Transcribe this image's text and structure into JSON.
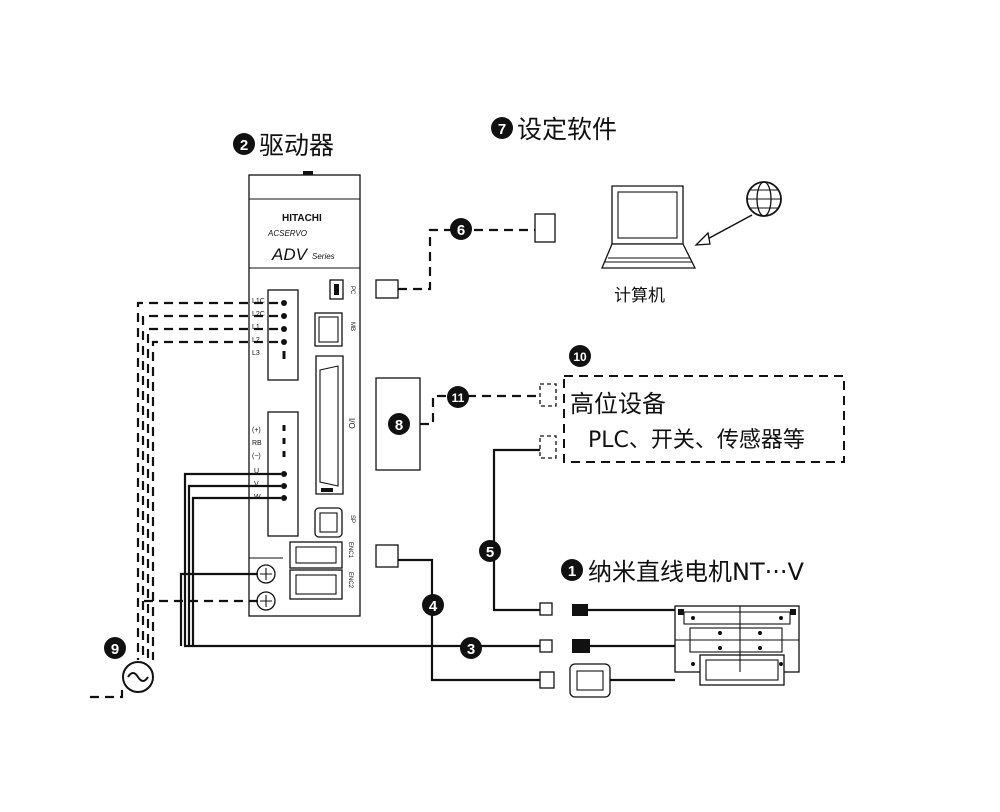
{
  "labels": {
    "driver": "驱动器",
    "software": "设定软件",
    "computer": "计算机",
    "host_device": "高位设备",
    "host_examples": "PLC、开关、传感器等",
    "motor": "纳米直线电机NT···V"
  },
  "badges": {
    "motor": "1",
    "driver": "2",
    "cable_3": "3",
    "cable_4": "4",
    "cable_5": "5",
    "cable_6": "6",
    "software": "7",
    "device_8": "8",
    "power_9": "9",
    "device_10": "10",
    "cable_11": "11"
  },
  "driver_panel": {
    "brand": "HITACHI",
    "line": "ACSERVO",
    "series": "ADV",
    "series_suffix": "Series",
    "port_pc": "PC",
    "port_mb": "MB",
    "port_io": "I/O",
    "port_sp": "SP",
    "port_enc1": "ENC1",
    "port_enc2": "ENC2",
    "terminals_top": [
      "L1C",
      "L2C",
      "L1",
      "L2",
      "L3"
    ],
    "terminals_bottom": [
      "(+)",
      "RB",
      "(−)",
      "U",
      "V",
      "W"
    ]
  }
}
